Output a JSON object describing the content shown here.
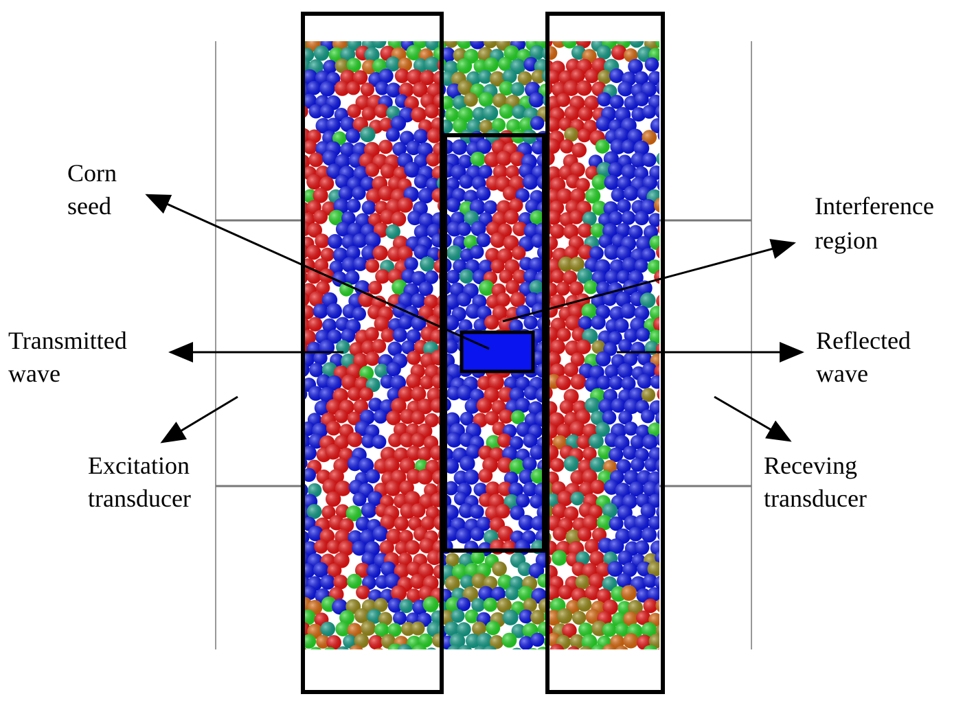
{
  "labels": {
    "corn_seed": [
      "Corn",
      "seed"
    ],
    "interference_region": [
      "Interference",
      "region"
    ],
    "transmitted_wave": [
      "Transmitted",
      "wave"
    ],
    "reflected_wave": [
      "Reflected",
      "wave"
    ],
    "excitation_transducer": [
      "Excitation",
      "transducer"
    ],
    "receiving_transducer": [
      "Receving",
      "transducer"
    ]
  },
  "particle_colors": {
    "blue": "#0a14ee",
    "red": "#f01010",
    "green": "#22dd22",
    "teal": "#10a08a",
    "olive": "#9a8c16",
    "orange": "#e06a0a"
  }
}
